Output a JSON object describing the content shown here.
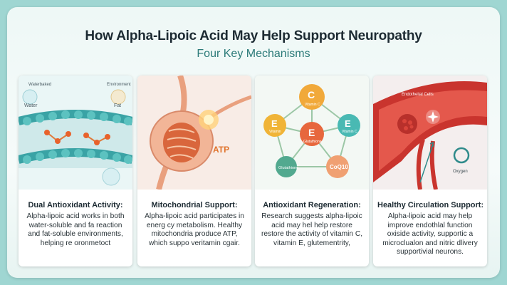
{
  "header": {
    "title": "How Alpha-Lipoic Acid May Help Support Neuropathy",
    "subtitle": "Four Key Mechanisms"
  },
  "cards": [
    {
      "heading": "Dual Antioxidant Activity:",
      "body": "Alpha-lipoic acid works in both water-soluble and fa reaction and fat-soluble environments, helping re oronmetoct",
      "labels": {
        "water_top": "Waterbaked",
        "water": "Water",
        "fat_top": "Environment",
        "fat": "Fat"
      }
    },
    {
      "heading": "Mitochondrial Support:",
      "body": "Alpha-lipoic acid participates in energ cy metabolism. Healthy mitochondria produce ATP, which suppo veritamin cgair.",
      "labels": {
        "atp": "ATP"
      }
    },
    {
      "heading": "Antioxidant Regeneration:",
      "body": "Research suggests alpha-lipoic acid may hel help restore restore the activity of vitamin C, vitamin E, glutementrity,",
      "labels": {
        "c": "C",
        "c_sub": "Vitamin C",
        "e_left": "E",
        "e_left_sub": "Vitamin",
        "e_center": "E",
        "e_center_sub": "Glutathione",
        "e_right": "E",
        "e_right_sub": "Vitamin C",
        "gluta": "Glutathione",
        "coq10": "CoQ10"
      }
    },
    {
      "heading": "Healthy Circulation Support:",
      "body": "Alpha-lipoic acid may help improve endothlal function oxiside activity, supportic a microclualon and nitric dlivery supportivial neurons.",
      "labels": {
        "cells": "Endothelial Cells",
        "oxygen": "Oxygen"
      }
    }
  ]
}
